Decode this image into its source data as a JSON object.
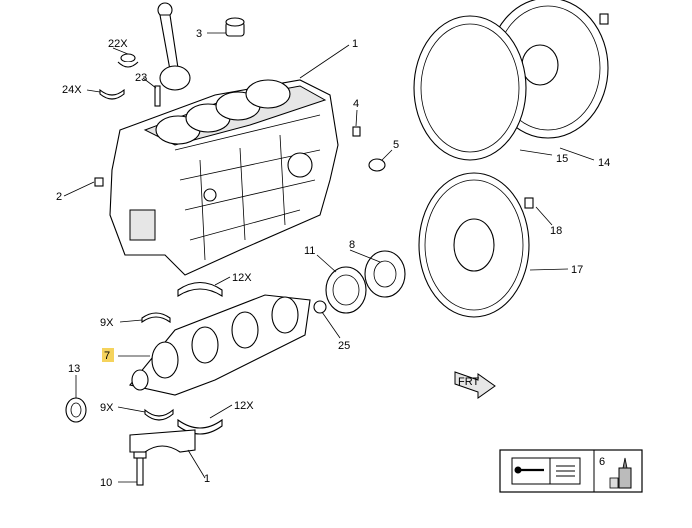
{
  "labels": {
    "p1": "1",
    "p1b": "1",
    "p2": "2",
    "p3": "3",
    "p4": "4",
    "p5": "5",
    "p6": "6",
    "p7": "7",
    "p8": "8",
    "p9a": "9X",
    "p9b": "9X",
    "p10": "10",
    "p11": "11",
    "p12a": "12X",
    "p12b": "12X",
    "p13": "13",
    "p14": "14",
    "p15": "15",
    "p17": "17",
    "p18": "18",
    "p22": "22X",
    "p23": "23",
    "p24": "24X",
    "p25": "25"
  },
  "highlight_color": "#f5d35c",
  "icons": [
    "front-direction-icon",
    "service-manual-icon",
    "sealant-applicator-icon"
  ]
}
